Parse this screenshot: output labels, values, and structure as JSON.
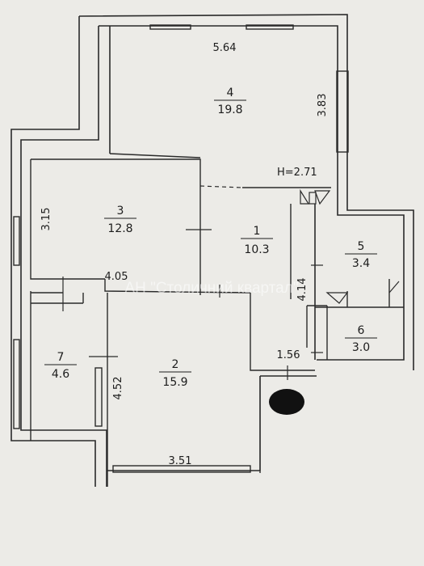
{
  "rooms": [
    {
      "id": "1",
      "area": "10.3"
    },
    {
      "id": "2",
      "area": "15.9"
    },
    {
      "id": "3",
      "area": "12.8"
    },
    {
      "id": "4",
      "area": "19.8"
    },
    {
      "id": "5",
      "area": "3.4"
    },
    {
      "id": "6",
      "area": "3.0"
    },
    {
      "id": "7",
      "area": "4.6"
    }
  ],
  "dimensions": {
    "d_564": "5.64",
    "d_383": "3.83",
    "d_315": "3.15",
    "d_405": "4.05",
    "d_452": "4.52",
    "d_351": "3.51",
    "d_156": "1.56",
    "d_414": "4.14"
  },
  "ceiling_height": "H=2.71",
  "watermark": "АН \"Столичний квартал\""
}
